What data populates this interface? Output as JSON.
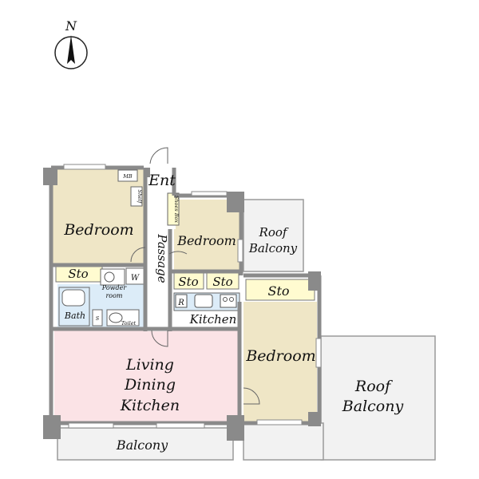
{
  "compass": {
    "north_label": "N"
  },
  "rooms": {
    "bedroom_west": "Bedroom",
    "bedroom_center": "Bedroom",
    "bedroom_east": "Bedroom",
    "ldk_line1": "Living",
    "ldk_line2": "Dining",
    "ldk_line3": "Kitchen",
    "kitchen": "Kitchen",
    "entrance": "Ent",
    "passage": "Passage",
    "bath": "Bath",
    "powder_room_line1": "Powder",
    "powder_room_line2": "room",
    "toilet": "Toilet",
    "washer": "W",
    "refrigerator": "R",
    "mb": "MB",
    "shelf": "Shelf",
    "shoes_box": "Shoes Box",
    "small_storage": "S"
  },
  "storage": {
    "sto_west": "Sto",
    "sto_center_1": "Sto",
    "sto_center_2": "Sto",
    "sto_east": "Sto"
  },
  "outdoor": {
    "roof_balcony_north_line1": "Roof",
    "roof_balcony_north_line2": "Balcony",
    "roof_balcony_east_line1": "Roof",
    "roof_balcony_east_line2": "Balcony",
    "balcony": "Balcony"
  },
  "colors": {
    "bedroom_fill": "#efe6c6",
    "ldk_fill": "#fbe3e6",
    "storage_fill": "#fffbd0",
    "wet_area_fill": "#dcecf8",
    "wall": "#8a8a8a",
    "balcony_fill": "#f2f2f2"
  }
}
